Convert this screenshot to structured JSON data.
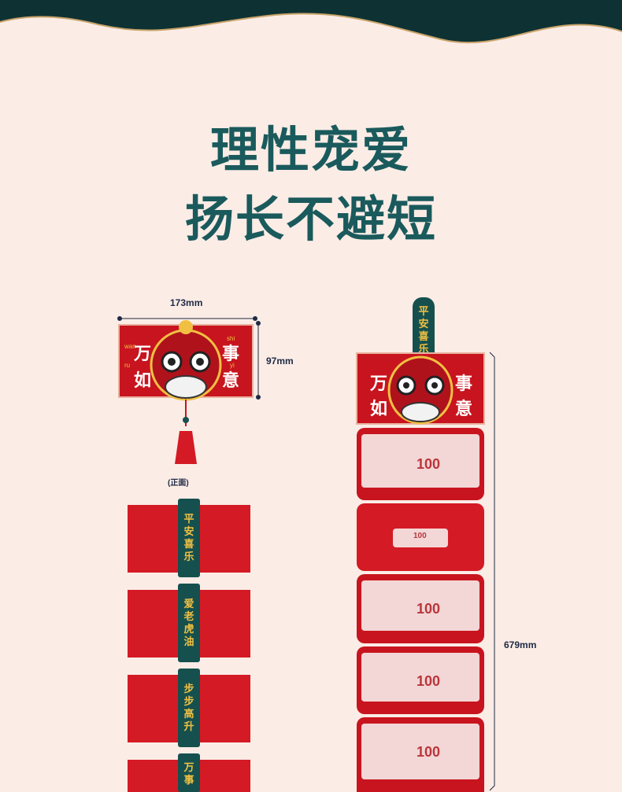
{
  "headline": {
    "line1": "理性宠爱",
    "line2": "扬长不避短"
  },
  "dimensions": {
    "width": "173mm",
    "height": "97mm",
    "length": "679mm"
  },
  "front_label": "(正面)",
  "card": {
    "left_top": "万",
    "left_bottom": "如",
    "right_top": "事",
    "right_bottom": "意",
    "pinyin_wan": "wan",
    "pinyin_ru": "ru",
    "pinyin_shi": "shi",
    "pinyin_yi": "yi"
  },
  "envelope_bands": [
    {
      "chars": [
        "平",
        "安",
        "喜",
        "乐"
      ]
    },
    {
      "chars": [
        "爱",
        "老",
        "虎",
        "油"
      ]
    },
    {
      "chars": [
        "步",
        "步",
        "高",
        "升"
      ]
    },
    {
      "chars": [
        "万",
        "事"
      ]
    }
  ],
  "tag_chars": [
    "平",
    "安",
    "喜",
    "乐"
  ],
  "bill_value": "100",
  "colors": {
    "red": "#d41a24",
    "teal": "#16504e",
    "gold": "#f1c043",
    "background": "#fbece6",
    "headline": "#1a5a5c"
  }
}
